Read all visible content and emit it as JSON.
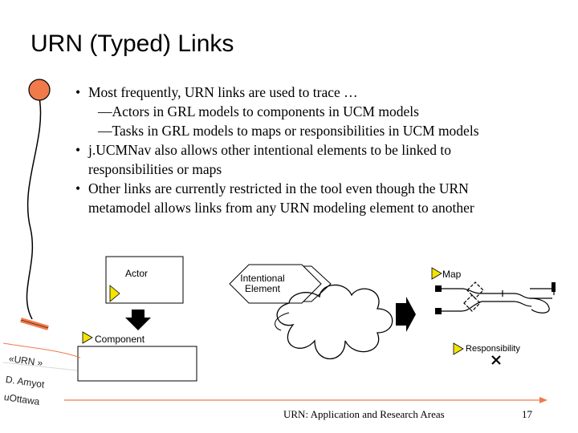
{
  "slide": {
    "title": "URN (Typed) Links",
    "bullets": [
      "Most frequently, URN links are used to trace …",
      "—Actors in GRL models to components in UCM models",
      "—Tasks in GRL models to maps or responsibilities in UCM models",
      "j.UCMNav also allows other intentional elements to be linked to",
      "responsibilities or maps",
      "Other links are currently restricted in the tool even though the URN",
      "metamodel allows links from any URN modeling element to another"
    ],
    "bullet_symbol": "•"
  },
  "diagram": {
    "actor_label": "Actor",
    "intentional_element_label": "Intentional Element",
    "map_label": "Map",
    "component_label": "Component",
    "responsibility_label": "Responsibility"
  },
  "stamp": {
    "line1": "«URN »",
    "line2": "D. Amyot",
    "line3": "uOttawa"
  },
  "footer": {
    "text": "URN: Application and Research Areas",
    "page_number": "17"
  },
  "colors": {
    "accent_orange": "#f07a4a",
    "arrow_yellow": "#f4e400"
  }
}
